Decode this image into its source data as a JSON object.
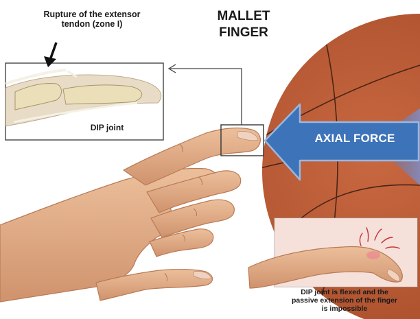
{
  "title": "MALLET\nFINGER",
  "callout_label": "Rupture of the extensor\ntendon (zone I)",
  "inset_label": "DIP joint",
  "force_label": "AXIAL FORCE",
  "caption": "DIP joint is flexed and the\npassive extension of the finger\nis impossible",
  "colors": {
    "ball": "#b9562f",
    "ball_seam": "#4a2417",
    "arrow": "#3d73b9",
    "skin": "#e2ad86",
    "skin_shadow": "#c48663",
    "bone": "#eadfb8",
    "tendon": "#f4f1e6",
    "inset_bg": "#e8dcc7",
    "inset_bottom_bg": "#f3dcd4",
    "accent_red": "#c8323c"
  },
  "icons": [
    "basketball-ball",
    "axial-force-arrow",
    "rupture-arrow-icon",
    "connector-arrow-icon",
    "hand-illustration",
    "bent-finger-illustration"
  ]
}
